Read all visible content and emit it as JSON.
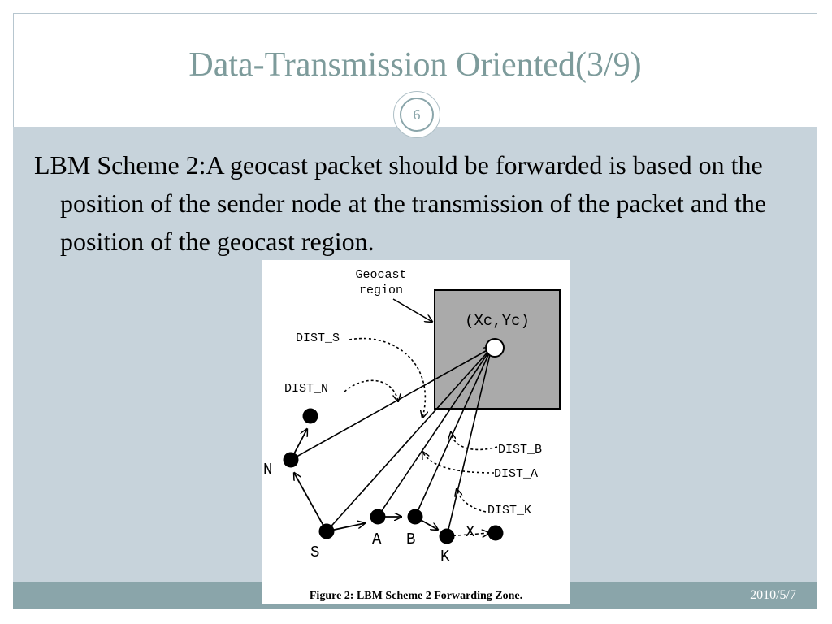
{
  "slide": {
    "title": "Data-Transmission Oriented(3/9)",
    "page_number": "6",
    "body": "LBM Scheme 2:A geocast packet should be forwarded is based on the position of the sender node at the transmission of the packet and the position of the geocast region.",
    "date": "2010/5/7"
  },
  "figure": {
    "region_label": "Geocast region",
    "region_label_line1": "Geocast",
    "region_label_line2": "region",
    "center_label": "(Xc,Yc)",
    "dist_labels": {
      "s": "DIST_S",
      "n": "DIST_N",
      "b": "DIST_B",
      "a": "DIST_A",
      "k": "DIST_K"
    },
    "node_labels": {
      "n": "N",
      "s": "S",
      "a": "A",
      "b": "B",
      "k": "K",
      "x": "X"
    },
    "caption": "Figure 2: LBM Scheme 2 Forwarding Zone."
  }
}
